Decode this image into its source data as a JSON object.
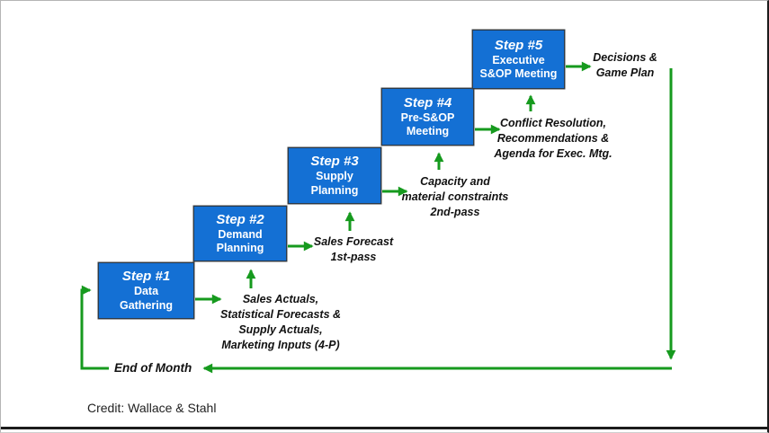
{
  "colors": {
    "box_blue": "#1470d4",
    "box_border": "#2b3a4a",
    "arrow_green": "#169a1e",
    "label_text": "#111111"
  },
  "steps": [
    {
      "title": "Step #1",
      "name": "Data\nGathering",
      "output": "Sales Actuals,\nStatistical Forecasts &\nSupply Actuals,\nMarketing Inputs (4-P)"
    },
    {
      "title": "Step #2",
      "name": "Demand\nPlanning",
      "output": "Sales Forecast\n1st-pass"
    },
    {
      "title": "Step #3",
      "name": "Supply\nPlanning",
      "output": "Capacity and\nmaterial constraints\n2nd-pass"
    },
    {
      "title": "Step #4",
      "name": "Pre-S&OP\nMeeting",
      "output": "Conflict Resolution,\nRecommendations &\nAgenda for Exec. Mtg."
    },
    {
      "title": "Step #5",
      "name": "Executive\nS&OP Meeting",
      "output": "Decisions &\nGame Plan"
    }
  ],
  "loop": {
    "label": "End of Month"
  },
  "frame": {
    "credit": "Credit: Wallace & Stahl"
  }
}
